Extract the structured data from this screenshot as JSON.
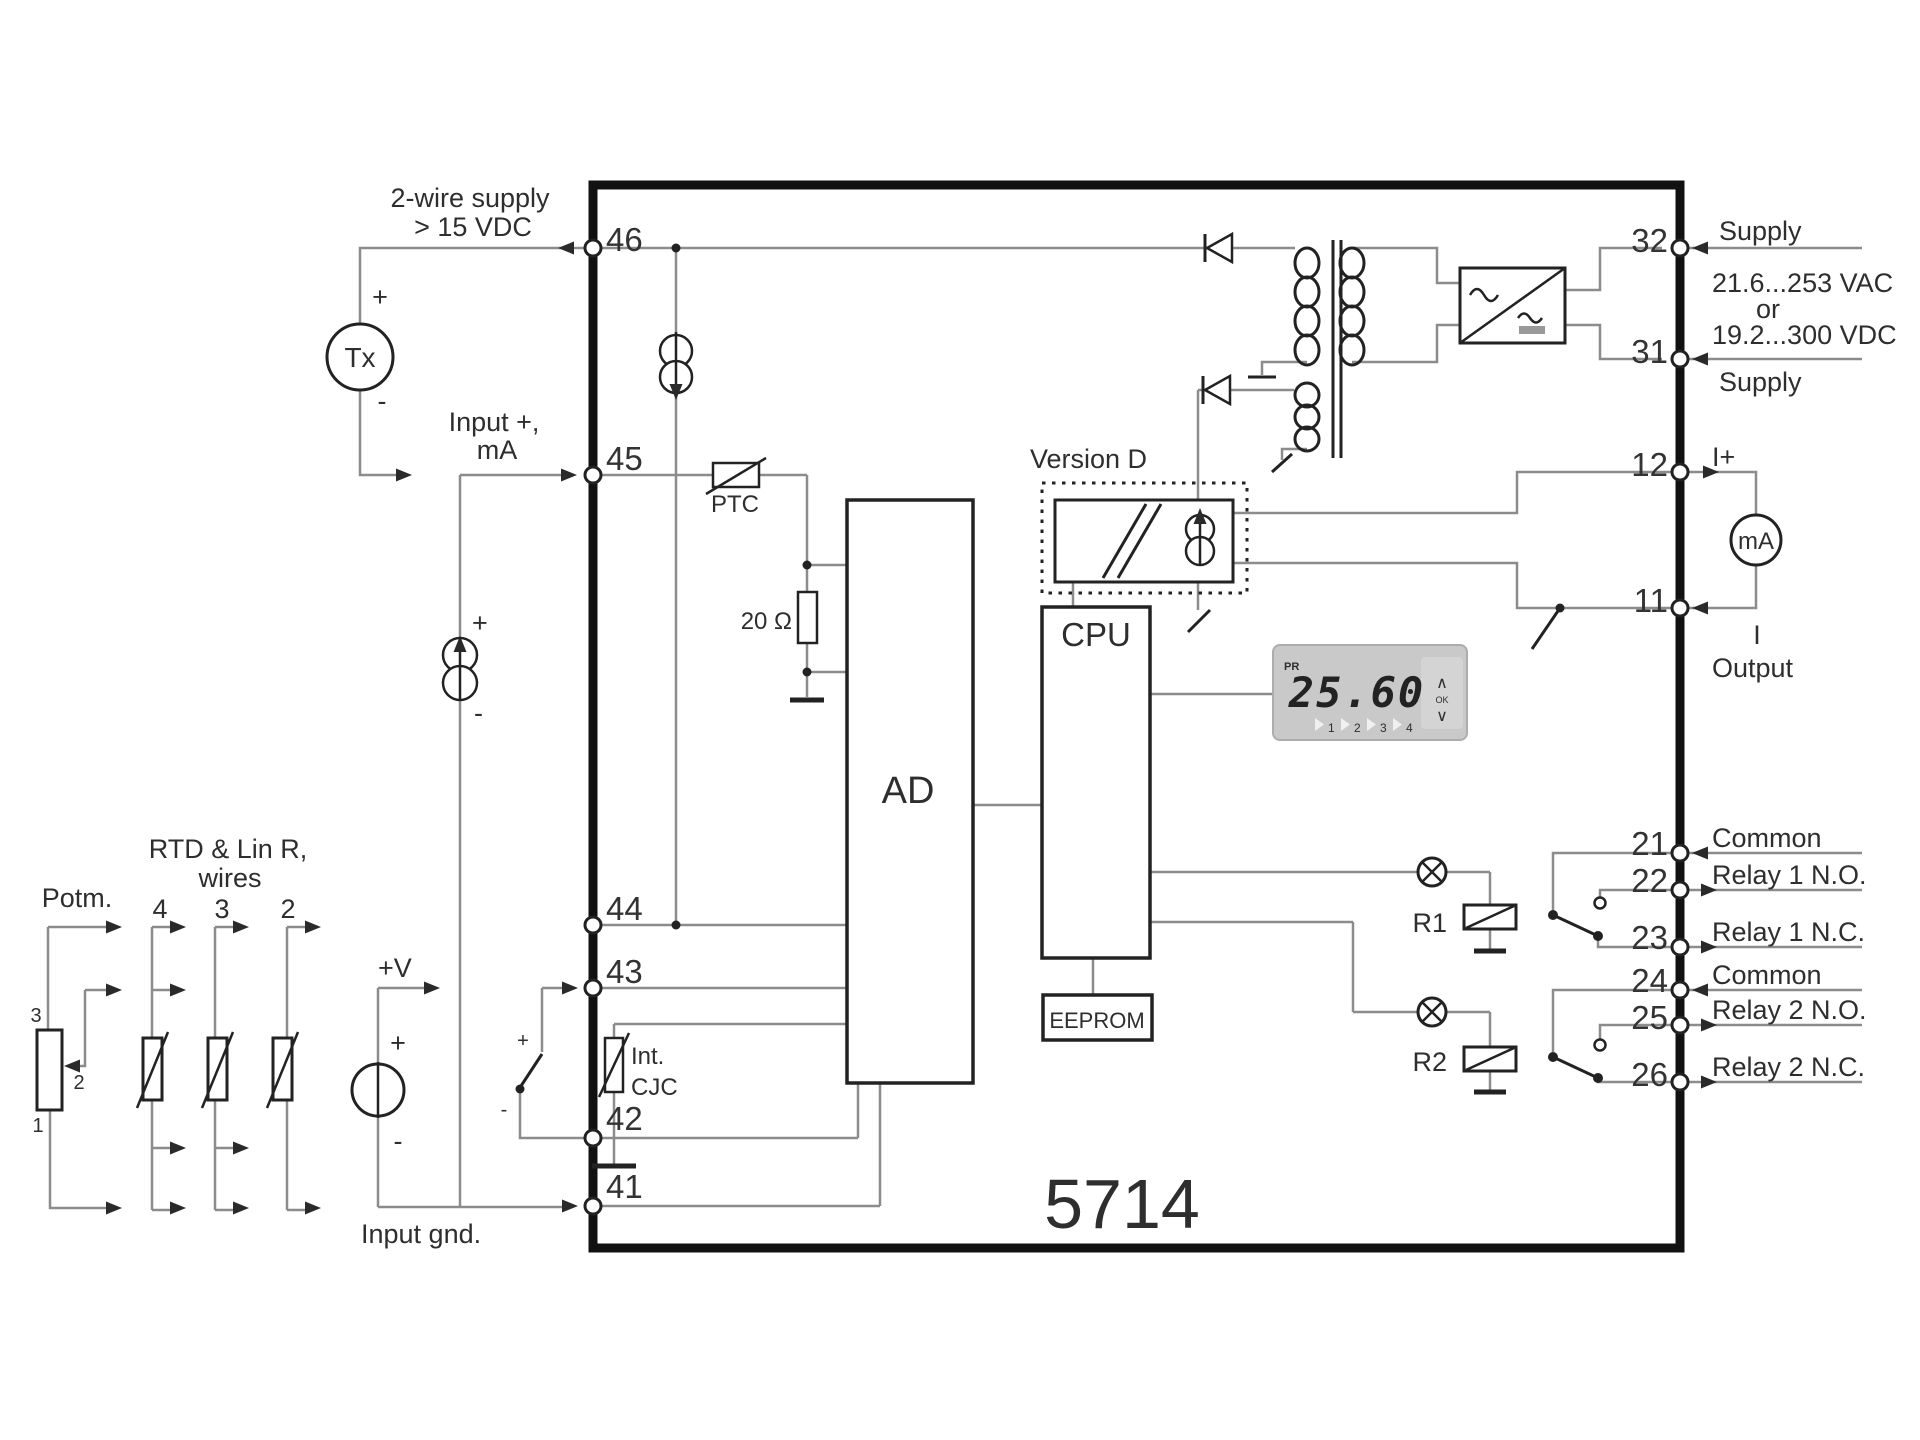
{
  "device": {
    "model": "5714"
  },
  "colors": {
    "wire": "#8c8c8c",
    "component": "#222222",
    "text": "#2e2e2e",
    "display_bg": "#c9c9c9",
    "accent": "#111111"
  },
  "left": {
    "two_wire_supply_1": "2-wire supply",
    "two_wire_supply_2": "> 15 VDC",
    "tx": "Tx",
    "input_plus_1": "Input +,",
    "input_plus_2": "mA",
    "rtd_heading_1": "RTD & Lin R,",
    "rtd_heading_2": "wires",
    "potm": "Potm.",
    "wires_4": "4",
    "wires_3": "3",
    "wires_2": "2",
    "pot_pin_3": "3",
    "pot_pin_2": "2",
    "pot_pin_1": "1",
    "plus_v": "+V",
    "input_gnd": "Input gnd.",
    "plus": "+",
    "minus": "-"
  },
  "terminals": {
    "left": [
      "46",
      "45",
      "44",
      "43",
      "42",
      "41"
    ],
    "supply": [
      "32",
      "31"
    ],
    "io": [
      "12",
      "11"
    ],
    "relay": [
      "21",
      "22",
      "23",
      "24",
      "25",
      "26"
    ]
  },
  "inside": {
    "ptc": "PTC",
    "r20": "20 Ω",
    "ad": "AD",
    "cpu": "CPU",
    "eeprom": "EEPROM",
    "version_d": "Version D",
    "int_cjc_1": "Int.",
    "int_cjc_2": "CJC",
    "r1": "R1",
    "r2": "R2"
  },
  "display": {
    "logo": "PR",
    "value": "25.60",
    "btn_up": "∧",
    "btn_ok": "OK",
    "btn_down": "∨",
    "indicators": [
      "1",
      "2",
      "3",
      "4"
    ]
  },
  "right": {
    "supply_top": "Supply",
    "voltage_1": "21.6...253 VAC",
    "voltage_2": "or",
    "voltage_3": "19.2...300 VDC",
    "supply_bottom": "Supply",
    "i_plus": "I+",
    "ma_meter": "mA",
    "i_output_1": "I",
    "i_output_2": "Output",
    "relay1_common": "Common",
    "relay1_no": "Relay 1 N.O.",
    "relay1_nc": "Relay 1 N.C.",
    "relay2_common": "Common",
    "relay2_no": "Relay 2 N.O.",
    "relay2_nc": "Relay 2 N.C."
  }
}
